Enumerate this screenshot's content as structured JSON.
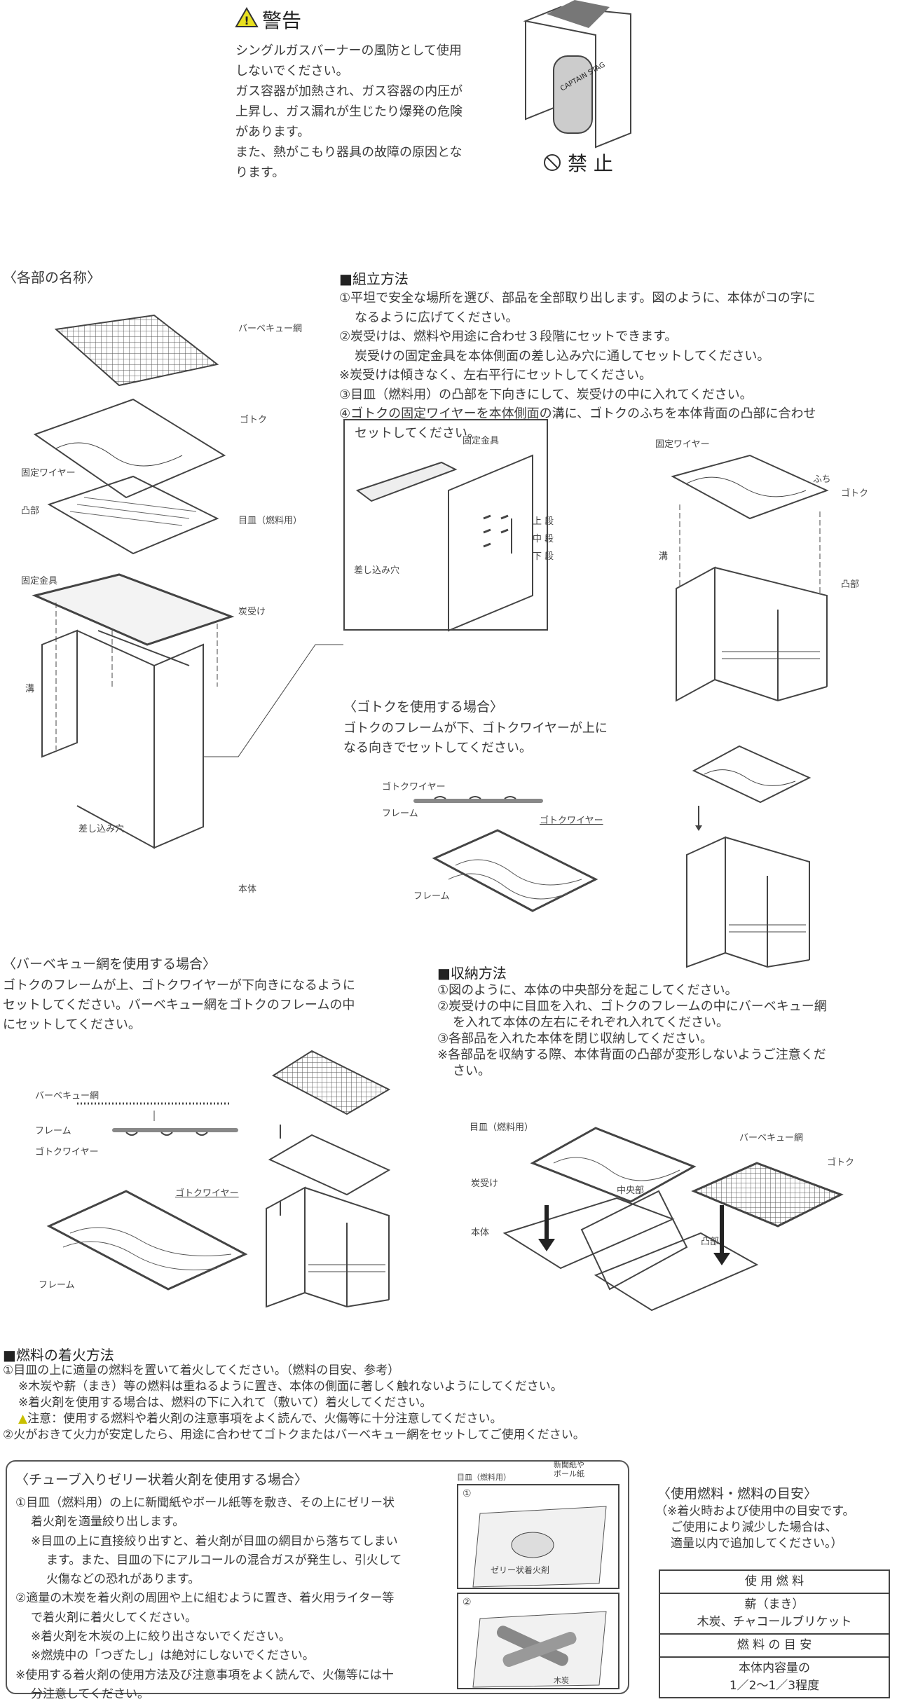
{
  "warning": {
    "title": "警告",
    "lines": [
      "シングルガスバーナーの風防として使用",
      "しないでください。",
      "ガス容器が加熱され、ガス容器の内圧が",
      "上昇し、ガス漏れが生じたり爆発の危険",
      "があります。",
      "また、熱がこもり器具の故障の原因とな",
      "ります。"
    ],
    "prohibited": "禁 止",
    "can_label": "CAPTAIN STAG"
  },
  "parts": {
    "title": "〈各部の名称〉",
    "labels": {
      "bbq_net": "バーベキュー網",
      "gotoku": "ゴトク",
      "fixing_wire": "固定ワイヤー",
      "convex": "凸部",
      "grate": "目皿（燃料用）",
      "fixing_bracket": "固定金具",
      "charcoal_tray": "炭受け",
      "groove": "溝",
      "slot": "差し込み穴",
      "body": "本体"
    }
  },
  "assembly": {
    "title": "■組立方法",
    "lines": [
      "①平坦で安全な場所を選び、部品を全部取り出します。図のように、本体がコの字に",
      "なるように広げてください。",
      "②炭受けは、燃料や用途に合わせ３段階にセットできます。",
      "炭受けの固定金具を本体側面の差し込み穴に通してセットしてください。",
      "※炭受けは傾きなく、左右平行にセットしてください。",
      "③目皿（燃料用）の凸部を下向きにして、炭受けの中に入れてください。",
      "④ゴトクの固定ワイヤーを本体側面の溝に、ゴトクのふちを本体背面の凸部に合わせ",
      "セットしてください。"
    ],
    "detail": {
      "bracket": "固定金具",
      "upper": "上 段",
      "middle": "中 段",
      "lower": "下 段",
      "slot": "差し込み穴"
    },
    "right": {
      "fixing_wire": "固定ワイヤー",
      "rim": "ふち",
      "gotoku": "ゴトク",
      "groove": "溝",
      "convex": "凸部"
    }
  },
  "gotoku_use": {
    "title": "〈ゴトクを使用する場合〉",
    "lines": [
      "ゴトクのフレームが下、ゴトクワイヤーが上に",
      "なる向きでセットしてください。"
    ],
    "labels": {
      "wire1": "ゴトクワイヤー",
      "frame1": "フレーム",
      "wire2": "ゴトクワイヤー",
      "frame2": "フレーム"
    }
  },
  "bbq_use": {
    "title": "〈バーベキュー網を使用する場合〉",
    "lines": [
      "ゴトクのフレームが上、ゴトクワイヤーが下向きになるように",
      "セットしてください。バーベキュー網をゴトクのフレームの中",
      "にセットしてください。"
    ],
    "labels": {
      "net": "バーベキュー網",
      "frame1": "フレーム",
      "wire1": "ゴトクワイヤー",
      "wire2": "ゴトクワイヤー",
      "frame2": "フレーム"
    }
  },
  "storage": {
    "title": "■収納方法",
    "lines": [
      "①図のように、本体の中央部分を起こしてください。",
      "②炭受けの中に目皿を入れ、ゴトクのフレームの中にバーベキュー網",
      "を入れて本体の左右にそれぞれ入れてください。",
      "③各部品を入れた本体を閉じ収納してください。",
      "※各部品を収納する際、本体背面の凸部が変形しないようご注意くだ",
      "さい。"
    ],
    "labels": {
      "grate": "目皿（燃料用）",
      "net": "バーベキュー網",
      "gotoku": "ゴトク",
      "tray": "炭受け",
      "center": "中央部",
      "body": "本体",
      "convex": "凸部"
    }
  },
  "ignition": {
    "title": "■燃料の着火方法",
    "lines": [
      "①目皿の上に適量の燃料を置いて着火してください。（燃料の目安、参考）",
      "※木炭や薪（まき）等の燃料は重ねるように置き、本体の側面に著しく触れないようにしてください。",
      "※着火剤を使用する場合は、燃料の下に入れて（敷いて）着火してください。",
      "注意：使用する燃料や着火剤の注意事項をよく読んで、火傷等に十分注意してください。",
      "②火がおきて火力が安定したら、用途に合わせてゴトクまたはバーベキュー網をセットしてご使用ください。"
    ]
  },
  "gel": {
    "title": "〈チューブ入りゼリー状着火剤を使用する場合〉",
    "lines": [
      "①目皿（燃料用）の上に新聞紙やボール紙等を敷き、その上にゼリー状",
      "着火剤を適量絞り出します。",
      "※目皿の上に直接絞り出すと、着火剤が目皿の網目から落ちてしまい",
      "ます。また、目皿の下にアルコールの混合ガスが発生し、引火して",
      "火傷などの恐れがあります。",
      "②適量の木炭を着火剤の周囲や上に組むように置き、着火用ライター等",
      "で着火剤に着火してください。",
      "※着火剤を木炭の上に絞り出さないでください。",
      "※燃焼中の「つぎたし」は絶対にしないでください。",
      "※使用する着火剤の使用方法及び注意事項をよく読んで、火傷等には十",
      "分注意してください。"
    ],
    "fig": {
      "n1": "①",
      "n2": "②",
      "grate": "目皿（燃料用）",
      "paper": "新聞紙や\nボール紙",
      "gel": "ゼリー状着火剤",
      "charcoal": "木炭"
    }
  },
  "fuel": {
    "title": "〈使用燃料・燃料の目安〉",
    "note": [
      "（※着火時および使用中の目安です。",
      "ご使用により減少した場合は、",
      "適量以内で追加してください。）"
    ],
    "table": {
      "h1": "使 用 燃 料",
      "v1a": "薪（まき）",
      "v1b": "木炭、チャコールブリケット",
      "h2": "燃 料 の 目 安",
      "v2a": "本体内容量の",
      "v2b": "1／2～1／3程度"
    }
  },
  "colors": {
    "warning_yellow": "#e8e020",
    "text": "#3a3a3a"
  }
}
